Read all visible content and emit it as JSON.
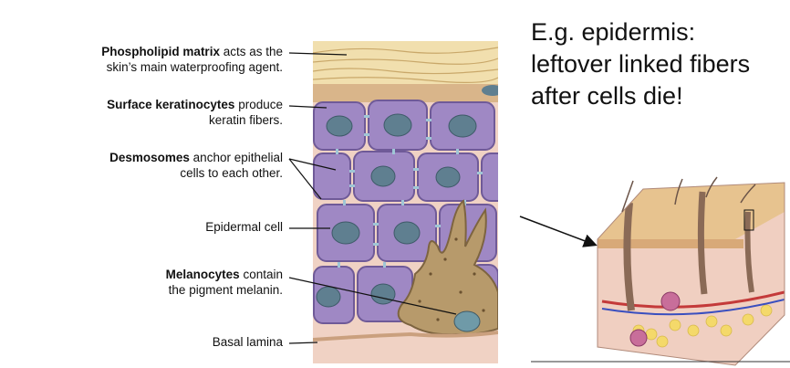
{
  "labels": {
    "phospholipid": {
      "bold": "Phospholipid matrix",
      "rest": " acts as the",
      "line2": "skin’s main waterproofing agent."
    },
    "keratinocytes": {
      "bold": "Surface keratinocytes",
      "rest": " produce",
      "line2": "keratin fibers."
    },
    "desmosomes": {
      "bold": "Desmosomes",
      "rest": " anchor epithelial",
      "line2": "cells to each other."
    },
    "epidermal": {
      "text": "Epidermal cell"
    },
    "melanocytes": {
      "bold": "Melanocytes",
      "rest": " contain",
      "line2": "the pigment melanin."
    },
    "basal": {
      "text": "Basal lamina"
    }
  },
  "note": {
    "line1": "E.g. epidermis:",
    "line2": "leftover linked fibers",
    "line3": "after cells die!"
  },
  "colors": {
    "cell_fill": "#9f88c4",
    "cell_stroke": "#6f5a98",
    "nucleus": "#5f7f90",
    "lipid_layer": "#f1dfae",
    "keratin_layer": "#d9b58a",
    "dermis": "#f0d2c4",
    "melanocyte": "#b79a6b",
    "desmosome": "#9fc6d6"
  }
}
